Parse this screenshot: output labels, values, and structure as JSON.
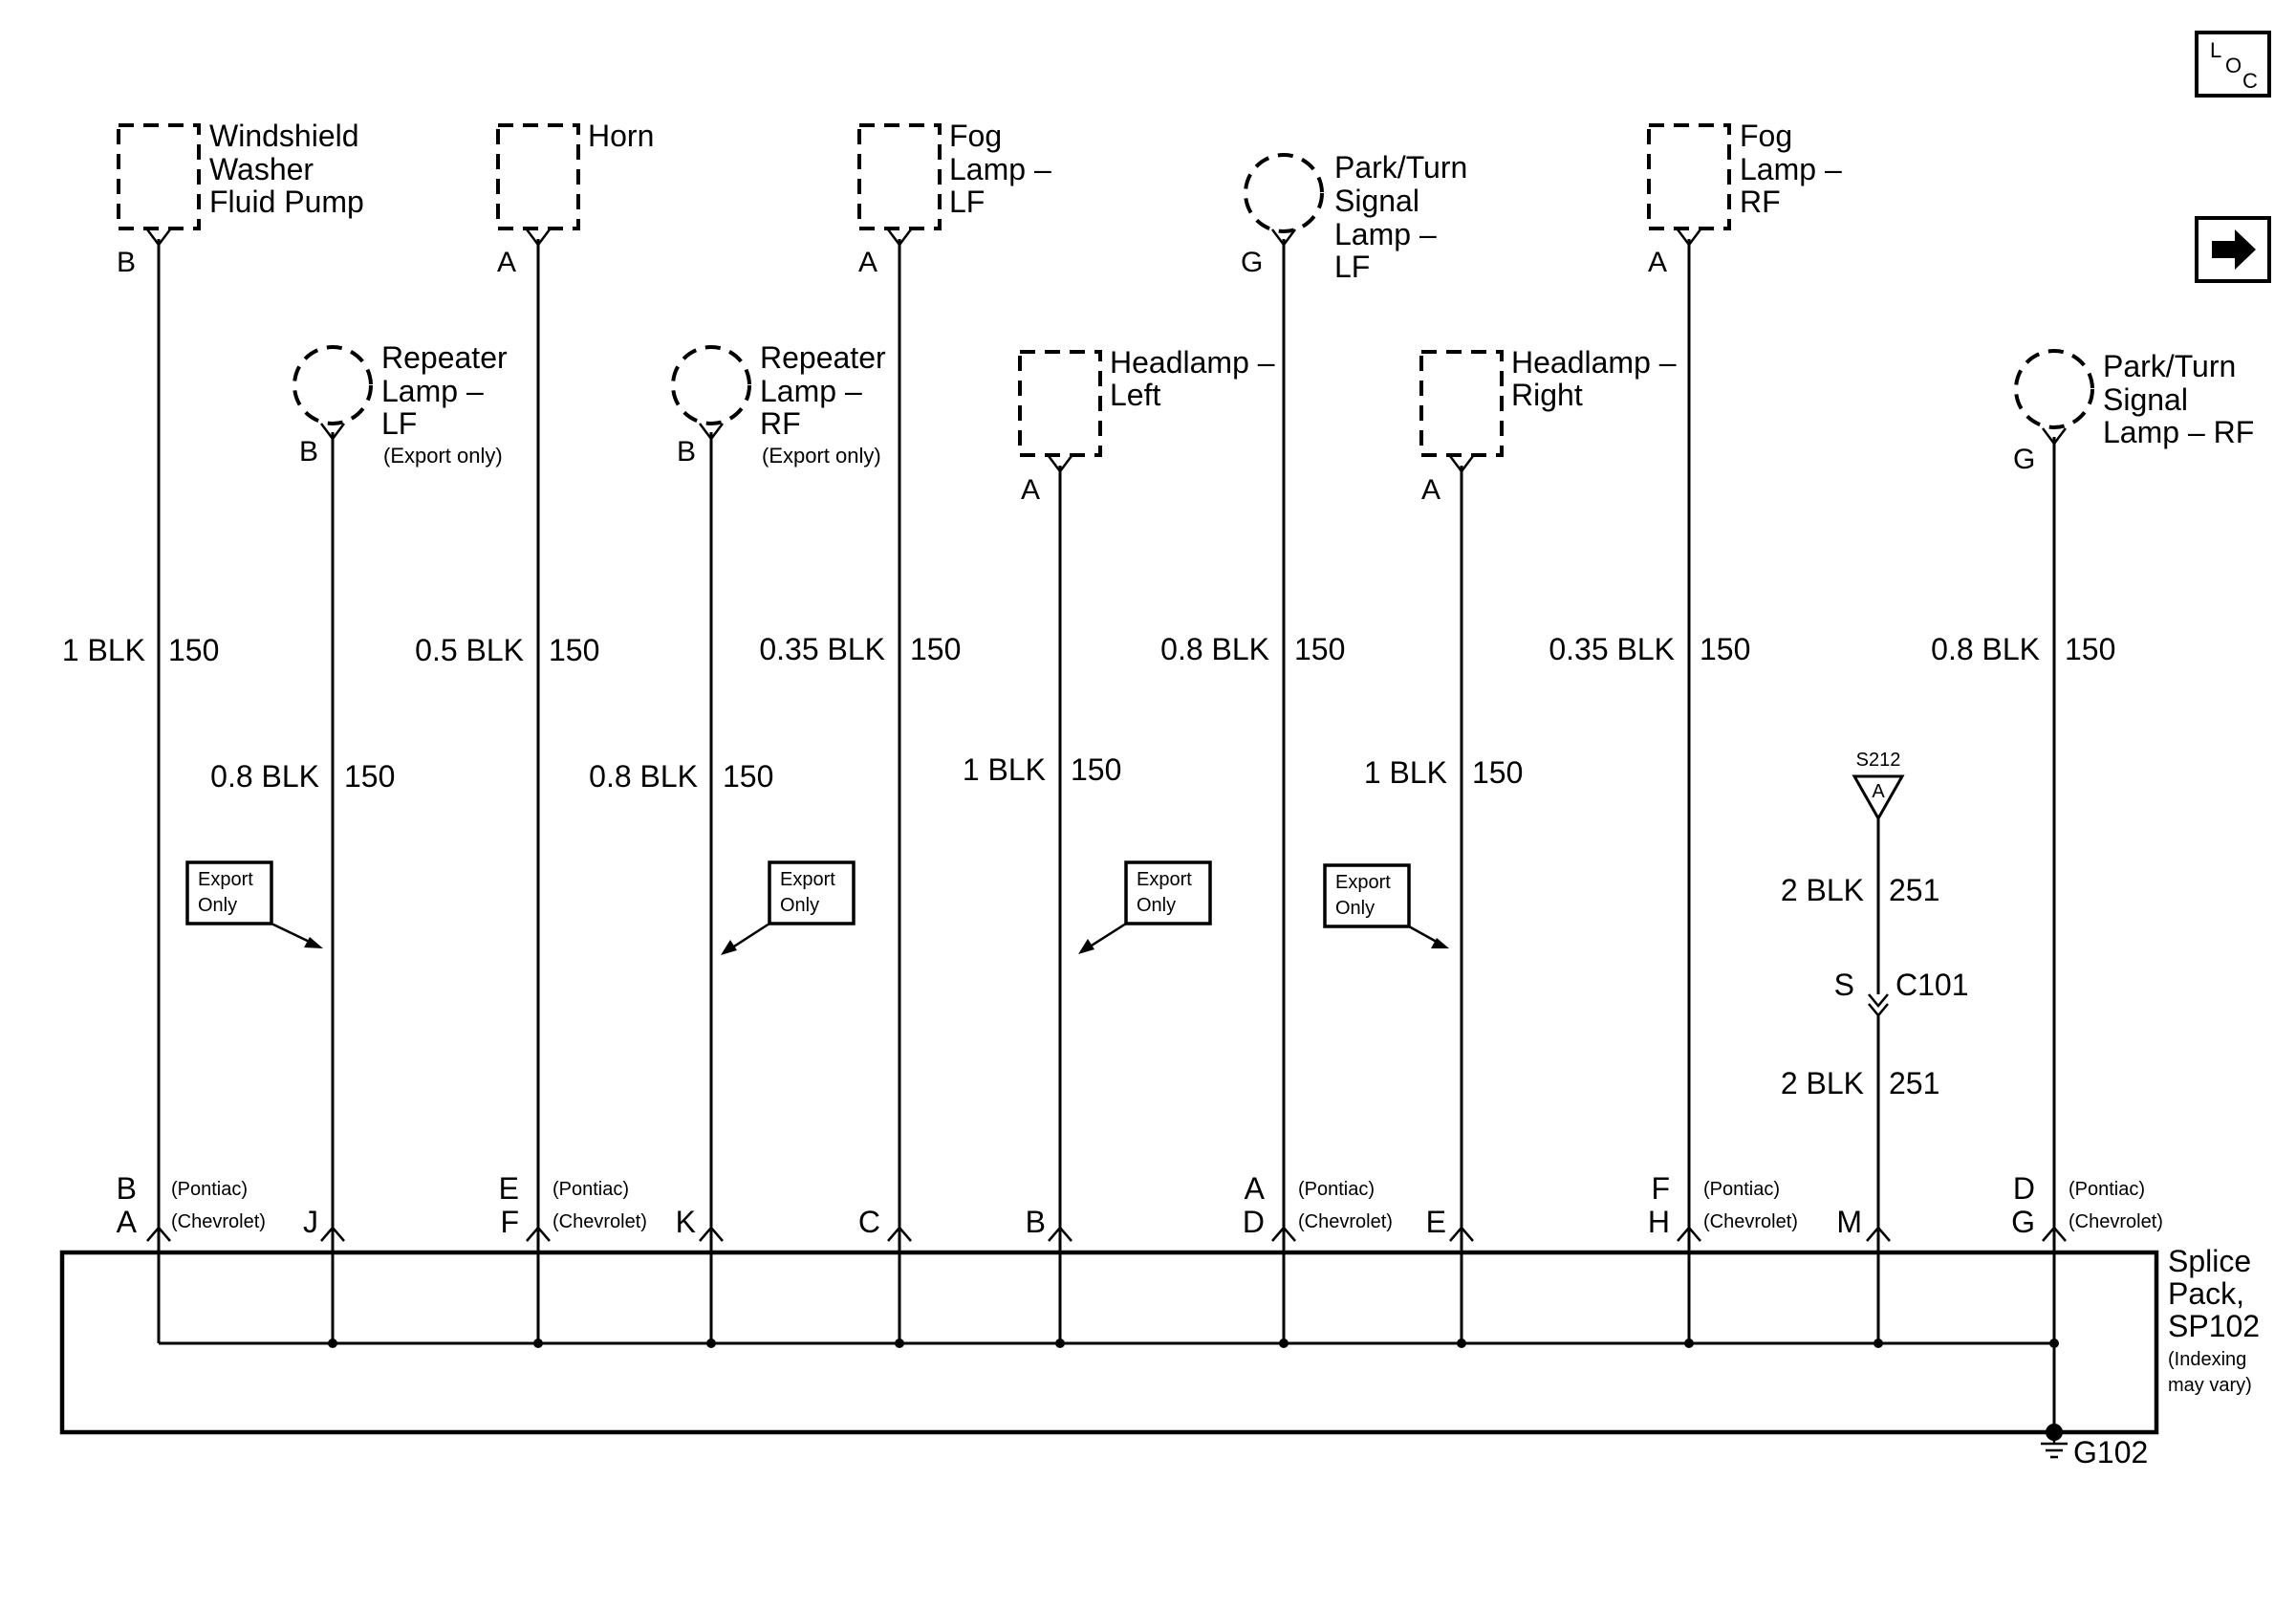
{
  "corner_buttons": {
    "loc_l": "L",
    "loc_o": "O",
    "loc_c": "C",
    "next": "→"
  },
  "components": [
    {
      "lines": [
        "Windshield",
        "Washer",
        "Fluid Pump"
      ],
      "pin": "B"
    },
    {
      "lines": [
        "Horn"
      ],
      "pin": "A"
    },
    {
      "lines": [
        "Fog",
        "Lamp –",
        "LF"
      ],
      "pin": "A"
    },
    {
      "lines": [
        "Park/Turn",
        "Signal",
        "Lamp –",
        "LF"
      ],
      "pin": "G"
    },
    {
      "lines": [
        "Fog",
        "Lamp –",
        "RF"
      ],
      "pin": "A"
    },
    {
      "lines": [
        "Repeater",
        "Lamp –",
        "LF",
        "(Export only)"
      ],
      "pin": "B"
    },
    {
      "lines": [
        "Repeater",
        "Lamp –",
        "RF",
        "(Export only)"
      ],
      "pin": "B"
    },
    {
      "lines": [
        "Headlamp –",
        "Left"
      ],
      "pin": "A"
    },
    {
      "lines": [
        "Headlamp –",
        "Right"
      ],
      "pin": "A"
    },
    {
      "lines": [
        "Park/Turn",
        "Signal",
        "Lamp – RF"
      ],
      "pin": "G"
    }
  ],
  "wires": [
    {
      "gauge": "1 BLK",
      "circuit": "150"
    },
    {
      "gauge": "0.5 BLK",
      "circuit": "150"
    },
    {
      "gauge": "0.35 BLK",
      "circuit": "150"
    },
    {
      "gauge": "0.8 BLK",
      "circuit": "150"
    },
    {
      "gauge": "0.35 BLK",
      "circuit": "150"
    },
    {
      "gauge": "0.8 BLK",
      "circuit": "150"
    },
    {
      "gauge": "0.8 BLK",
      "circuit": "150"
    },
    {
      "gauge": "0.8 BLK",
      "circuit": "150"
    },
    {
      "gauge": "1 BLK",
      "circuit": "150"
    },
    {
      "gauge": "1 BLK",
      "circuit": "150"
    },
    {
      "gauge": "2 BLK",
      "circuit": "251"
    },
    {
      "gauge": "2 BLK",
      "circuit": "251"
    }
  ],
  "export_only_label": [
    "Export",
    "Only"
  ],
  "splice_s212": {
    "name": "S212",
    "letter": "A"
  },
  "connector_c101": {
    "pin": "S",
    "name": "C101"
  },
  "splice_pins": [
    {
      "pontiac": "B",
      "chevrolet": "A"
    },
    {
      "chevrolet": "J"
    },
    {
      "pontiac": "E",
      "chevrolet": "F"
    },
    {
      "chevrolet": "K"
    },
    {
      "chevrolet": "C"
    },
    {
      "chevrolet": "B"
    },
    {
      "pontiac": "A",
      "chevrolet": "D"
    },
    {
      "chevrolet": "E"
    },
    {
      "pontiac": "F",
      "chevrolet": "H"
    },
    {
      "chevrolet": "M"
    },
    {
      "pontiac": "D",
      "chevrolet": "G"
    }
  ],
  "make_labels": {
    "pontiac": "(Pontiac)",
    "chevrolet": "(Chevrolet)"
  },
  "splice_pack": {
    "lines": [
      "Splice",
      "Pack,",
      "SP102",
      "(Indexing",
      "may vary)"
    ]
  },
  "ground": "G102"
}
